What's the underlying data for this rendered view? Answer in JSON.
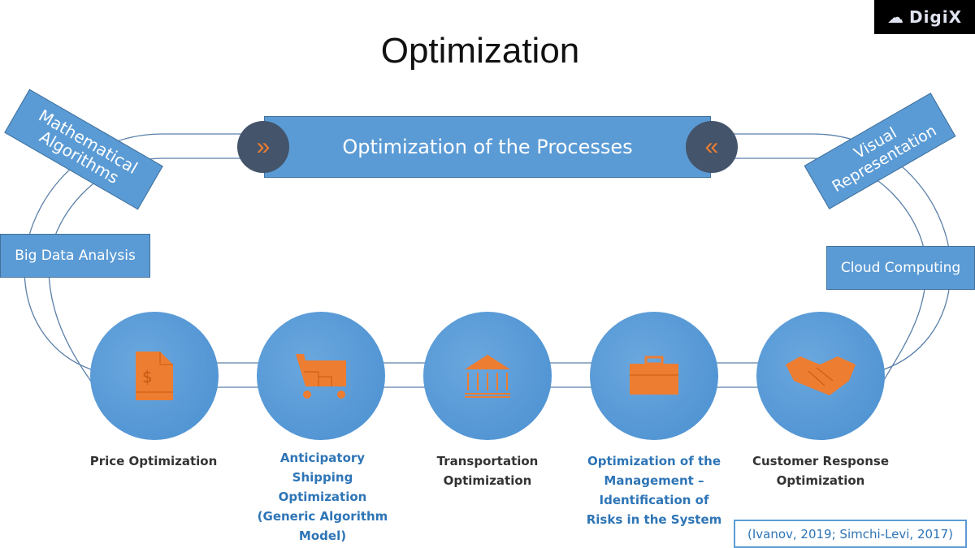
{
  "title": "Optimization",
  "logo": {
    "text": "DigiX",
    "icon": "cloud-upload-icon"
  },
  "banner": {
    "text": "Optimization of the Processes",
    "left_icon": "chevrons-right-icon",
    "right_icon": "chevrons-left-icon"
  },
  "side_boxes": {
    "math": "Mathematical Algorithms",
    "visual": "Visual Representation",
    "bigdata": "Big Data Analysis",
    "cloud": "Cloud Computing"
  },
  "steps": [
    {
      "label": "Price Optimization",
      "icon": "invoice-dollar-icon"
    },
    {
      "label": "Anticipatory Shipping Optimization (Generic Algorithm Model)",
      "icon": "shopping-cart-icon"
    },
    {
      "label": "Transportation Optimization",
      "icon": "bank-building-icon"
    },
    {
      "label": "Optimization of the Management – Identification of Risks in the System",
      "icon": "briefcase-icon"
    },
    {
      "label": "Customer Response Optimization",
      "icon": "handshake-icon"
    }
  ],
  "citation": "(Ivanov, 2019; Simchi-Levi, 2017)",
  "colors": {
    "box": "#5b9bd5",
    "dark": "#44546a",
    "accent": "#ed7d31",
    "link": "#2e75b6"
  }
}
